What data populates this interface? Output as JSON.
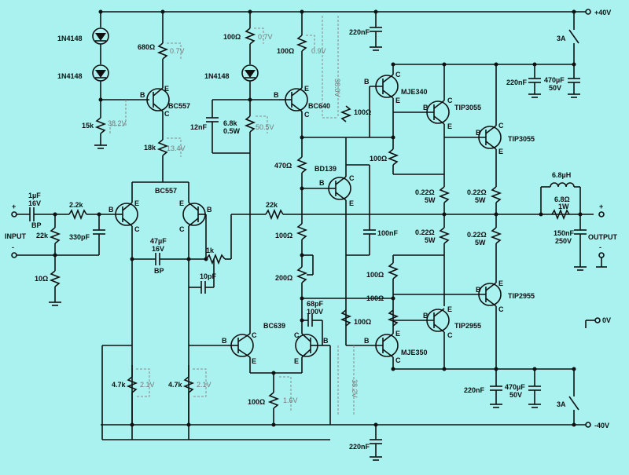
{
  "rails": {
    "positive": "+40V",
    "negative": "-40V",
    "ground": "0V"
  },
  "io": {
    "input": "INPUT",
    "output": "OUTPUT",
    "plus": "+",
    "minus": "-"
  },
  "fuses": {
    "top": "3A",
    "bottom": "3A"
  },
  "components": {
    "d1": "1N4148",
    "d2": "1N4148",
    "d3": "1N4148",
    "r680": "680Ω",
    "r15k": "15k",
    "r18k": "18k",
    "q_bc557_top": "BC557",
    "q_bc557_diff": "BC557",
    "r100_a": "100Ω",
    "r100_b": "100Ω",
    "c12n": "12nF",
    "r6k8": "6.8k",
    "r6k8_w": "0.5W",
    "q_bc640": "BC640",
    "r470": "470Ω",
    "q_bd139": "BD139",
    "r100_c": "100Ω",
    "r200": "200Ω",
    "c68p": "68pF",
    "c68p_v": "100V",
    "q_bc639": "BC639",
    "q_mje340": "MJE340",
    "q_mje350": "MJE350",
    "q_tip3055_a": "TIP3055",
    "q_tip3055_b": "TIP3055",
    "q_tip2955_a": "TIP2955",
    "q_tip2955_b": "TIP2955",
    "r100_d": "100Ω",
    "r100_e": "100Ω",
    "r100_f": "100Ω",
    "r100_g": "100Ω",
    "r100_h": "100Ω",
    "re1": "0.22Ω",
    "re1_w": "5W",
    "re2": "0.22Ω",
    "re2_w": "5W",
    "re3": "0.22Ω",
    "re3_w": "5W",
    "re4": "0.22Ω",
    "re4_w": "5W",
    "l1": "6.8µH",
    "rl": "6.8Ω",
    "rl_w": "1W",
    "c150n": "150nF",
    "c150n_v": "250V",
    "c220n_top": "220nF",
    "c220n_rail1": "220nF",
    "c220n_rail2": "220nF",
    "c220n_bot": "220nF",
    "c470_top": "470µF",
    "c470_top_v": "50V",
    "c470_bot": "470µF",
    "c470_bot_v": "50V",
    "c_in": "1µF",
    "c_in_v": "16V",
    "c_in_t": "BP",
    "r2k2": "2.2k",
    "r22k_in": "22k",
    "c330p": "330pF",
    "r10": "10Ω",
    "c47u": "47µF",
    "c47u_v": "16V",
    "c47u_t": "BP",
    "r1k": "1k",
    "c10p": "10pF",
    "r22k_fb": "22k",
    "c100n": "100nF",
    "r4k7_a": "4.7k",
    "r4k7_b": "4.7k",
    "r100_e2": "100Ω"
  },
  "pins": {
    "b": "B",
    "c": "C",
    "e": "E"
  },
  "voltages": {
    "v07a": "0.7V",
    "v07b": "0.7V",
    "v09": "0.9V",
    "v382a": "38.2V",
    "v134": "13.4V",
    "v505": "50.5V",
    "v380": "38.0V",
    "v21a": "2.1V",
    "v21b": "2.1V",
    "v16": "1.6V",
    "v382b": "38.2V"
  }
}
